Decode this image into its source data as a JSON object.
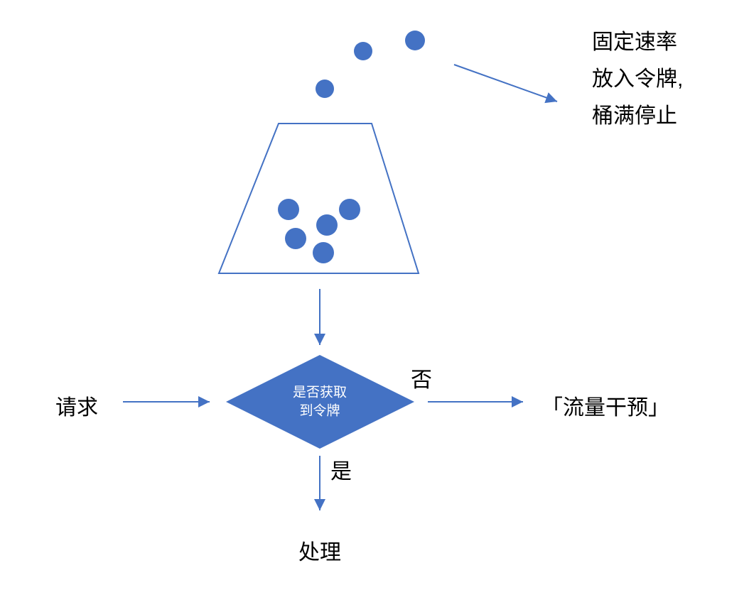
{
  "colors": {
    "accent": "#4472C4",
    "arrow": "#4472C4",
    "text": "#000000",
    "diamond_text": "#ffffff"
  },
  "diagram": {
    "annotation": {
      "lines": [
        "固定速率",
        "放入令牌,",
        "桶满停止"
      ]
    },
    "decision": {
      "line1": "是否获取",
      "line2": "到令牌"
    },
    "labels": {
      "request": "请求",
      "no": "否",
      "yes": "是",
      "process": "处理",
      "intervention": "「流量干预」"
    }
  }
}
